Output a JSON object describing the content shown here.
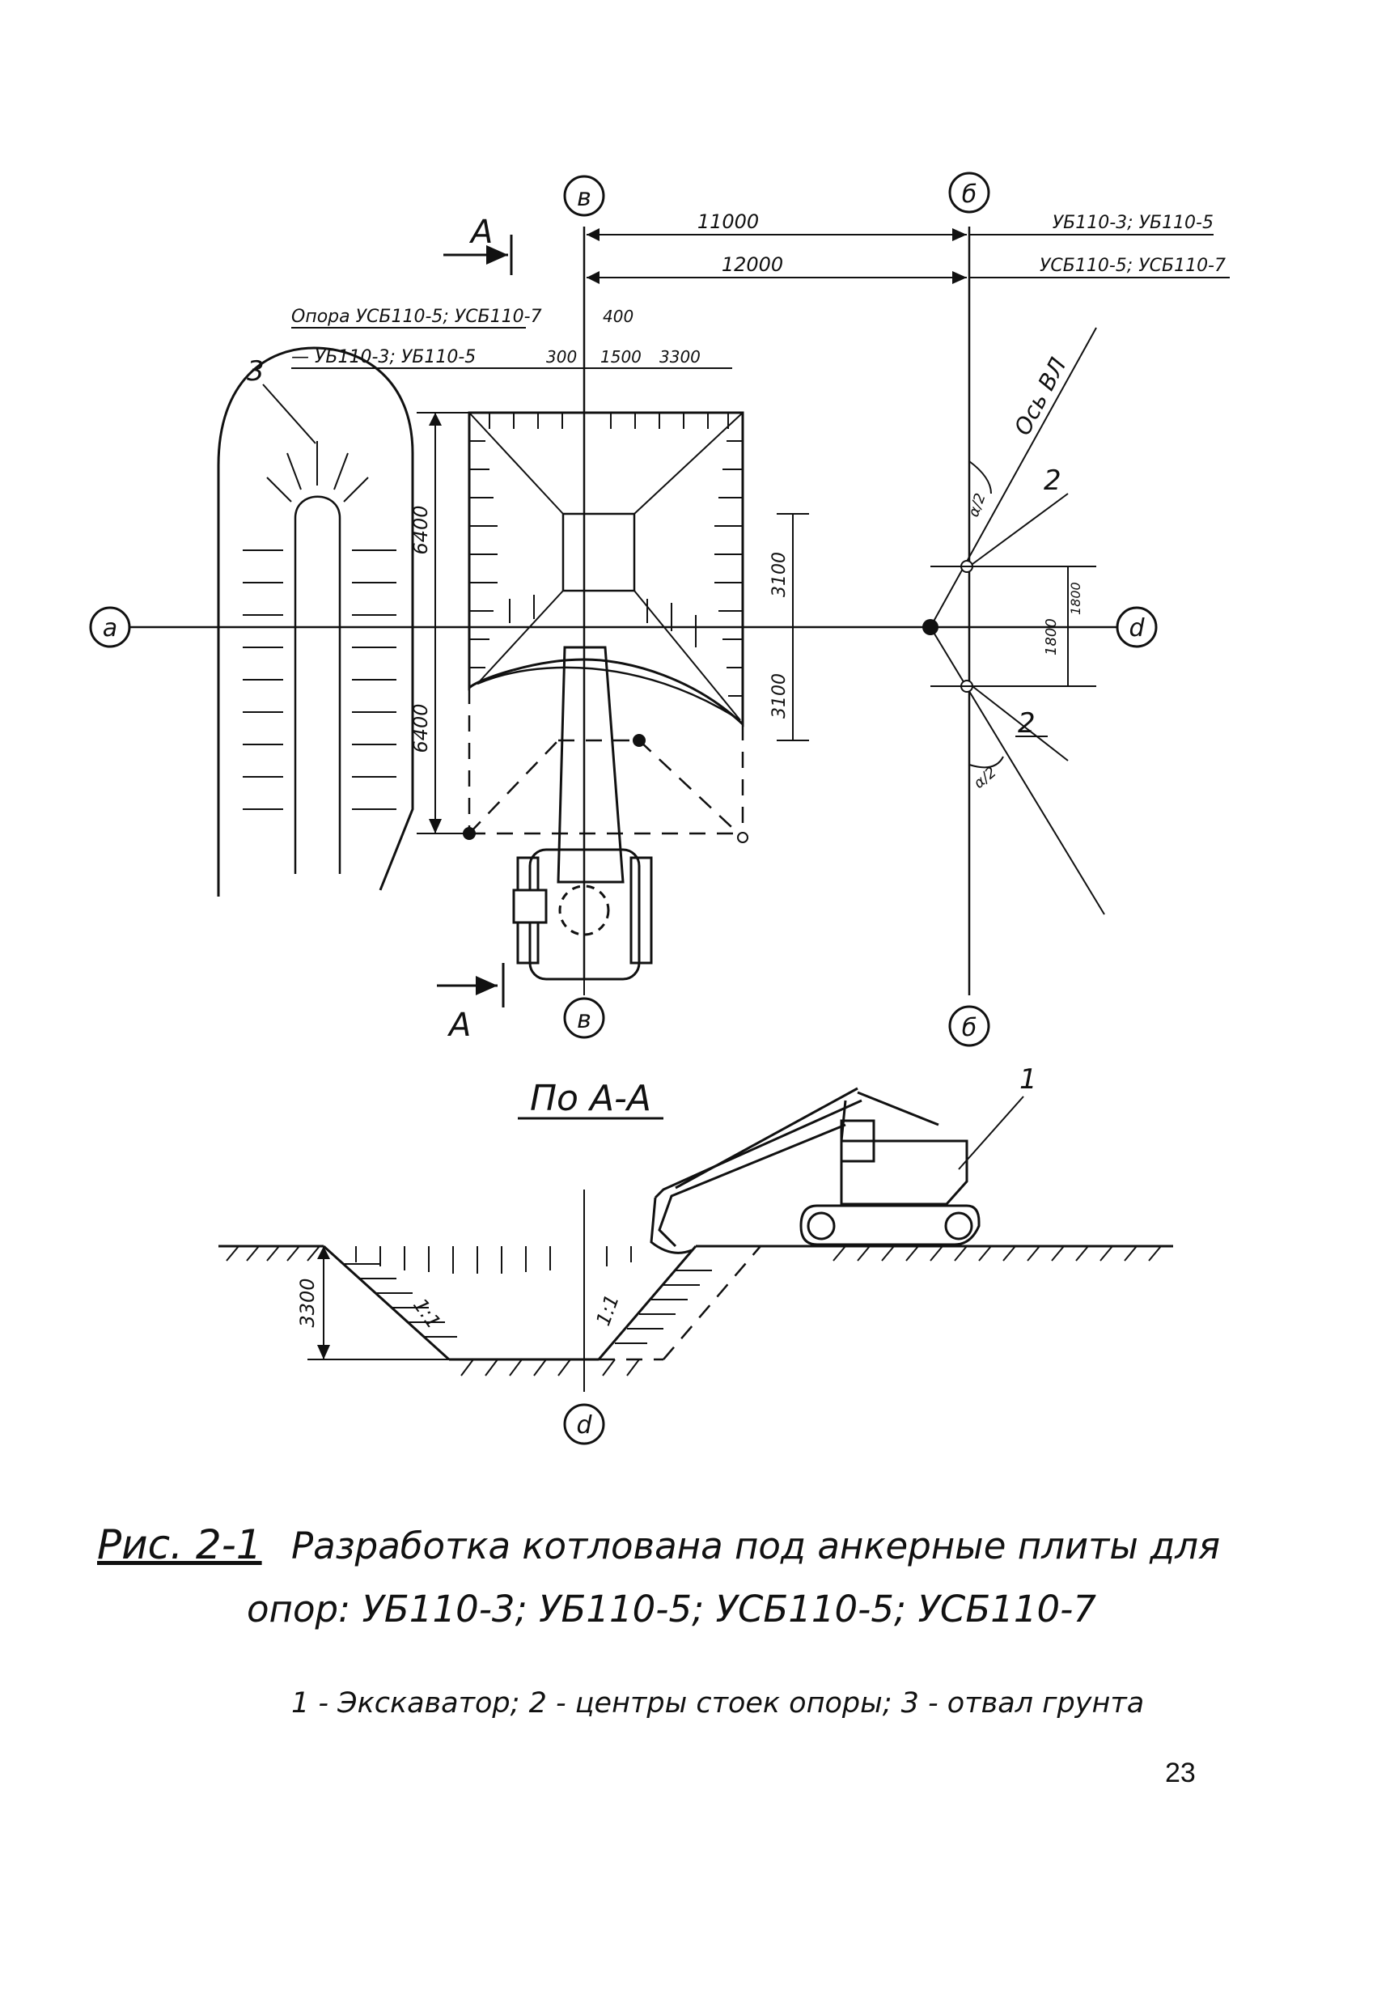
{
  "axes": {
    "v_axis_letter": "в",
    "b_axis_letter": "б",
    "d_axis_letter": "d",
    "a_axis_letter": "a"
  },
  "section_marks": {
    "top": "A",
    "bottom": "A"
  },
  "dimensions": {
    "d11000": "11000",
    "d12000": "12000",
    "d400": "400",
    "d300": "300",
    "d1500": "1500",
    "d3300": "3300",
    "d6400_upper": "6400",
    "d6400_lower": "6400",
    "d3100_upper": "3100",
    "d3100_lower": "3100",
    "d1800": "1800",
    "d1800_b": "1800",
    "depth_3300": "3300",
    "slope_left": "1:1",
    "slope_right": "1:1"
  },
  "support_labels": {
    "ub_top": "УБ110-3; УБ110-5",
    "usb_top": "УСБ110-5; УСБ110-7",
    "opora_usb": "Опора УСБ110-5; УСБ110-7",
    "opora_ub": "— УБ110-3; УБ110-5"
  },
  "axis_label": "Ось ВЛ",
  "angle_label": "α/2",
  "angle_label_b": "α/2",
  "callouts": {
    "n1": "1",
    "n2_upper": "2",
    "n2_lower": "2",
    "n3": "3"
  },
  "section_title": "По А-А",
  "caption": {
    "fig_no": "Рис. 2-1",
    "title_line1": "Разработка котлована под анкерные плиты для",
    "title_line2": "опор: УБ110-3; УБ110-5; УСБ110-5; УСБ110-7",
    "legend": "1 - Экскаватор; 2 - центры стоек опоры; 3 - отвал грунта"
  },
  "page_number": "23"
}
